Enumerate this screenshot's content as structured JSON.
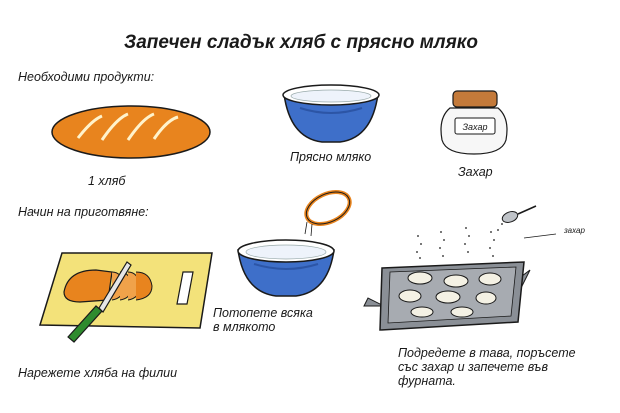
{
  "title": "Запечен сладък хляб с прясно мляко",
  "ingredients_heading": "Необходими продукти:",
  "ingredients": {
    "bread": "1 хляб",
    "milk": "Прясно мляко",
    "sugar": "Захар",
    "sugar_jar_label": "Захар"
  },
  "method_heading": "Начин на приготвяне:",
  "steps": {
    "cut": "Нарежете хляба на филии",
    "dip_line1": "Потопете всяка",
    "dip_line2": "в млякото",
    "bake_line1": "Подредете в тава, поръсете",
    "bake_line2": "със захар и запечете във",
    "bake_line3": "фурната.",
    "spoon_label": "захар"
  },
  "colors": {
    "bread": "#e8841e",
    "bowl": "#3e6fc9",
    "board": "#f3e27a",
    "tray": "#8a8f96",
    "outline": "#1a1a1a"
  },
  "icons": [
    "bread-icon",
    "milk-bowl-icon",
    "sugar-jar-icon",
    "cutting-board-icon",
    "knife-icon",
    "bread-slice-icon",
    "spoon-icon",
    "baking-tray-icon"
  ]
}
